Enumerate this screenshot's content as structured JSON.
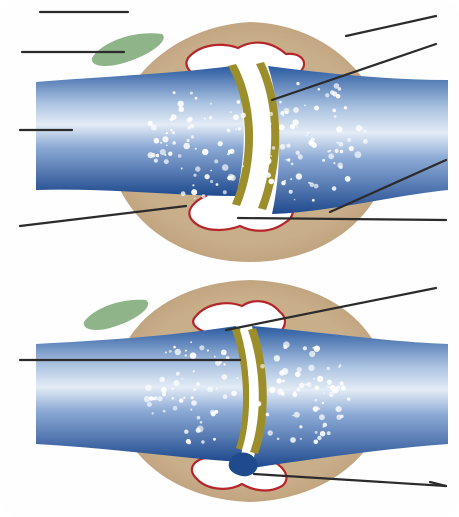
{
  "figure": {
    "panels": [
      {
        "id": "upper-joint",
        "state": "joint-with-cartilage-layers",
        "label_lines": 8
      },
      {
        "id": "lower-joint",
        "state": "joint-with-eroded-cartilage",
        "label_lines": 4
      }
    ],
    "colors": {
      "bone_light": "#dbe6f3",
      "bone_dark": "#1f4f96",
      "cartilage": "#9d8e2c",
      "capsule": "#c1a380",
      "synovium_outline": "#b5262a",
      "fat_pad": "#8fb48a",
      "leader_line": "#2b2b2b"
    }
  }
}
